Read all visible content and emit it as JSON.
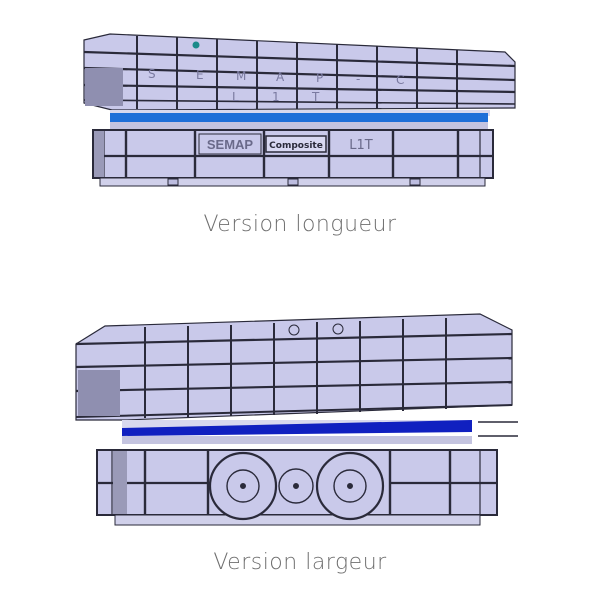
{
  "figures": [
    {
      "id": "longueur",
      "caption": "Version longueur",
      "labels": {
        "upper_letters": [
          "S",
          "E",
          "M",
          "A",
          "P",
          "-",
          "C"
        ],
        "lower_letters": [
          "L",
          "1",
          "T"
        ],
        "plate_brand": "SEMAP",
        "plate_material": "Composite",
        "plate_model": "L1T"
      }
    },
    {
      "id": "largeur",
      "caption": "Version largeur"
    }
  ],
  "colors": {
    "frame_fill": "#c9c9ea",
    "frame_line": "#2a2a3a",
    "blue_band_top": "#1e6fd8",
    "blue_band_bottom": "#1020c0",
    "caption_text": "#6f6f6f",
    "marker_dot": "#1a8a8a"
  }
}
